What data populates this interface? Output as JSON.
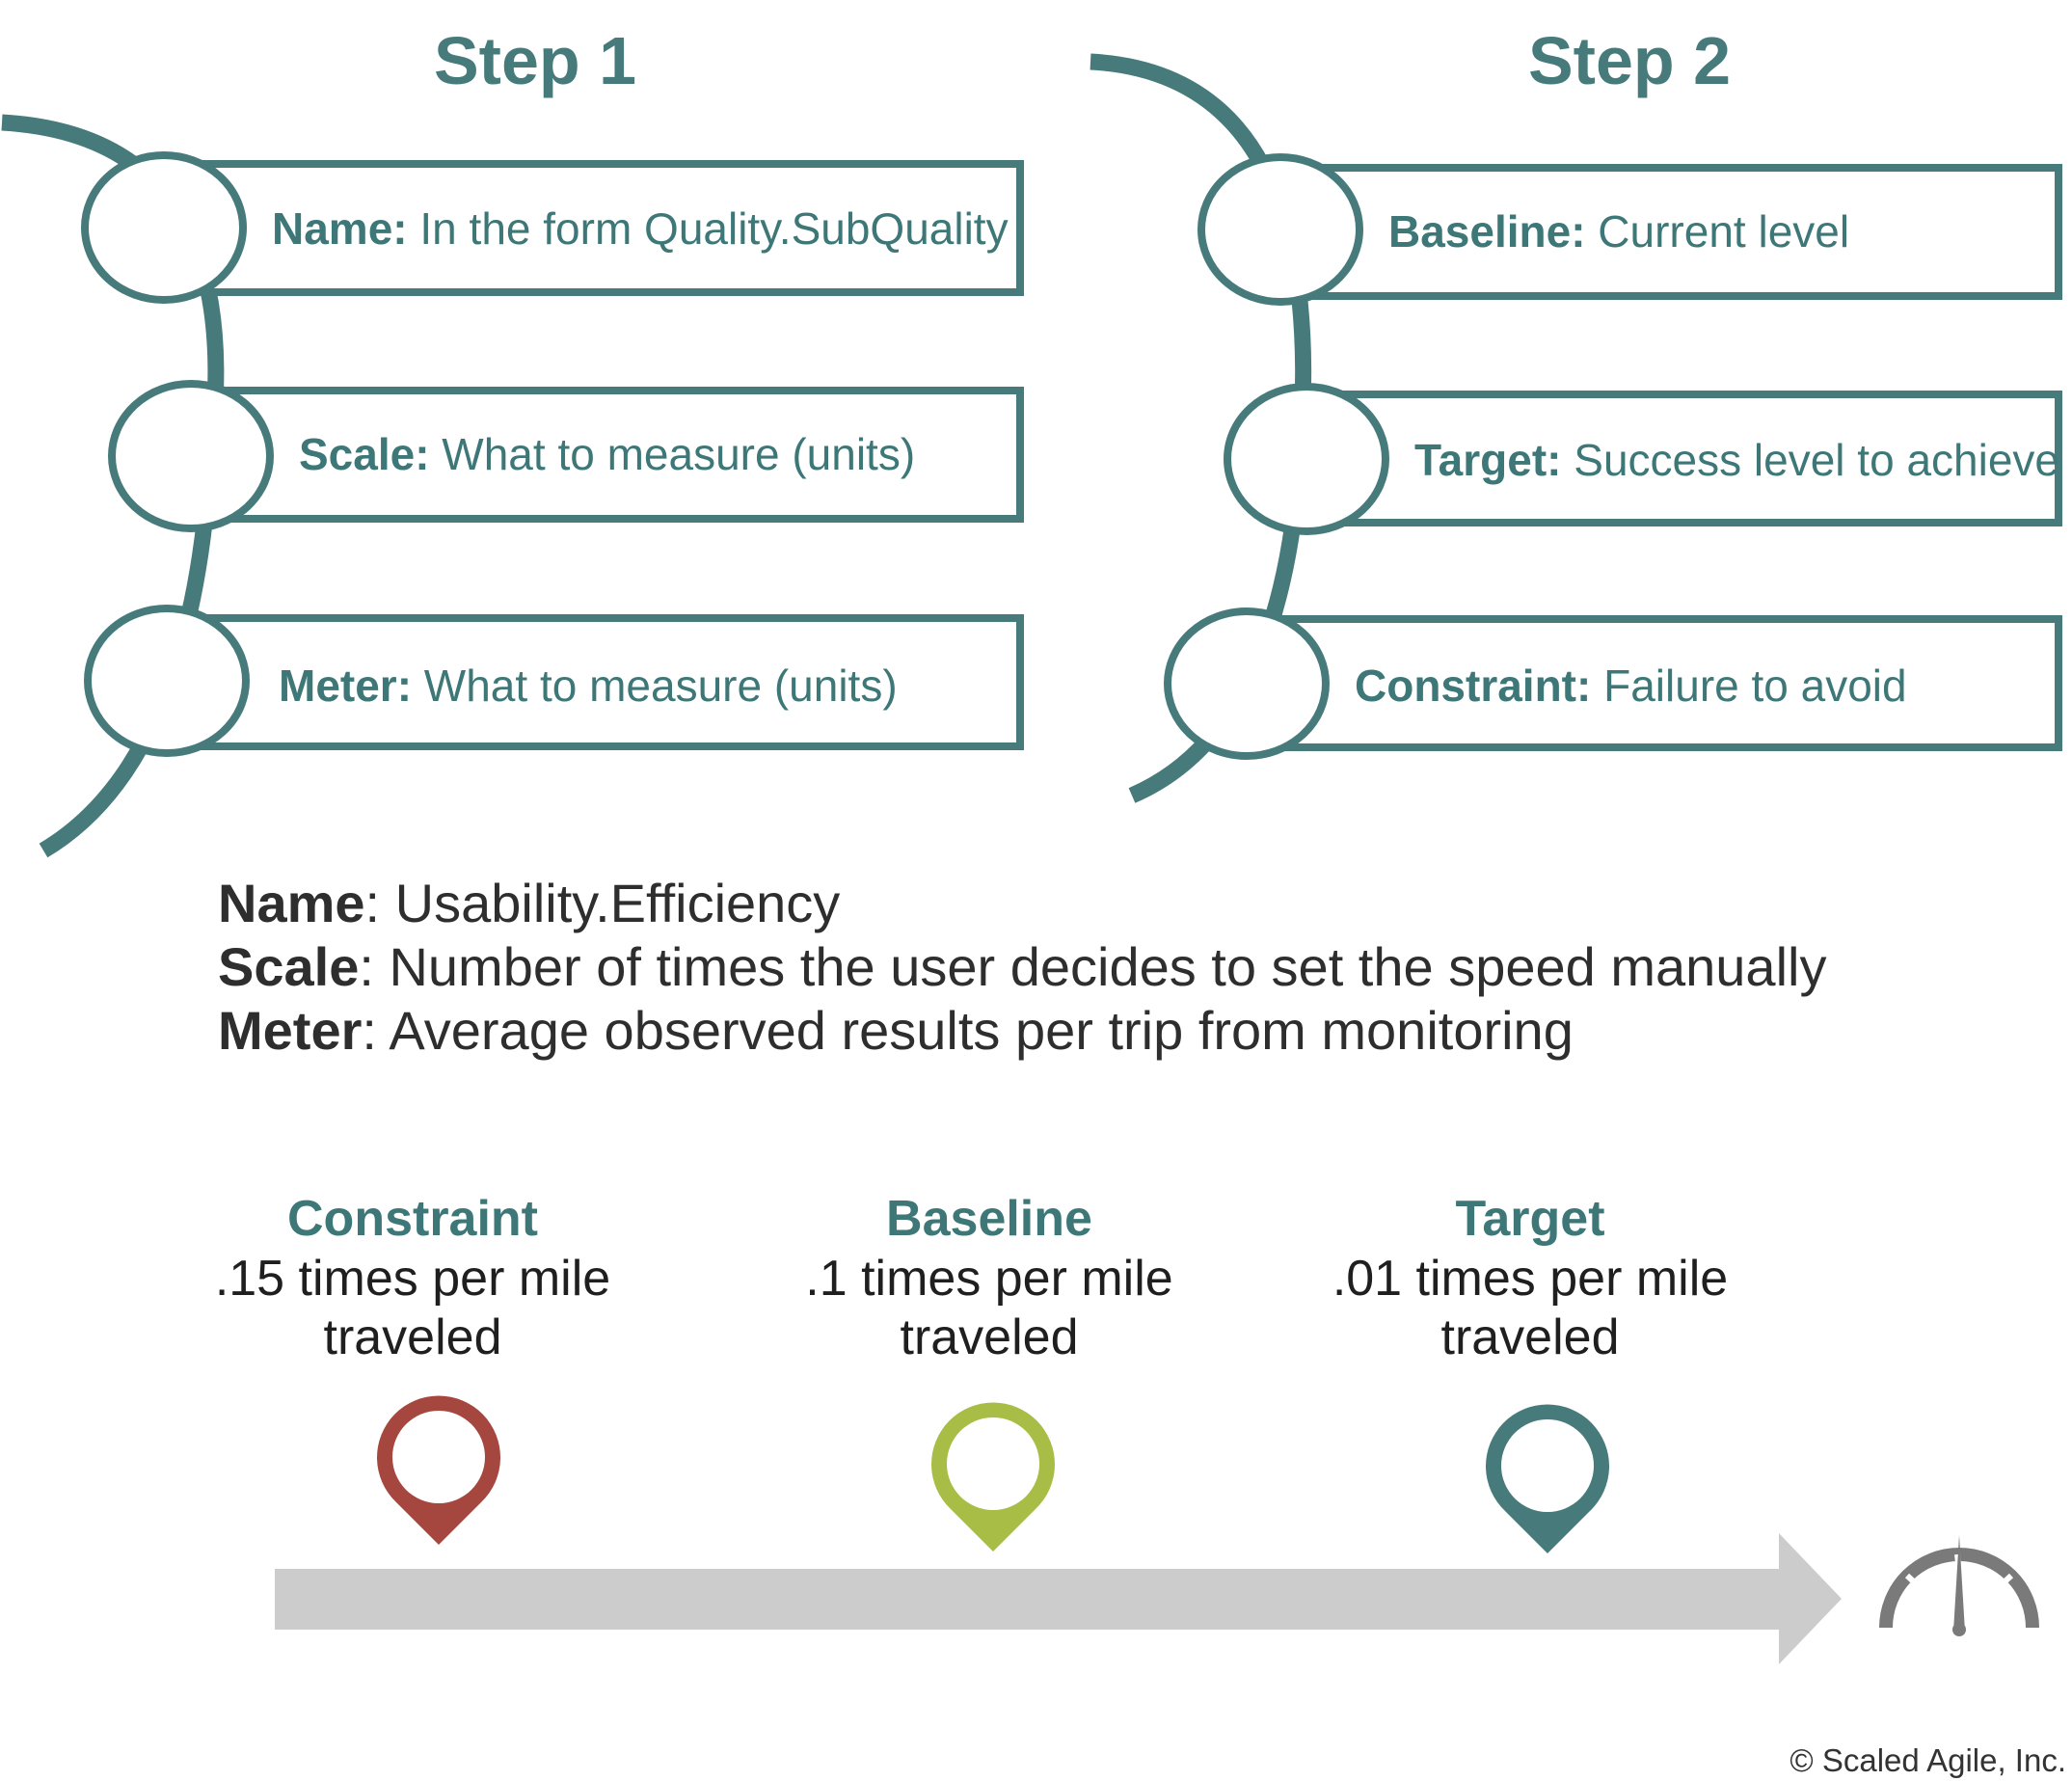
{
  "accent_color": "#477b7b",
  "steps": [
    {
      "title": "Step 1",
      "items": [
        {
          "key": "Name:",
          "value": " In the form Quality.SubQuality"
        },
        {
          "key": "Scale:",
          "value": " What to measure (units)"
        },
        {
          "key": "Meter:",
          "value": " What to measure (units)"
        }
      ]
    },
    {
      "title": "Step 2",
      "items": [
        {
          "key": "Baseline:",
          "value": " Current level"
        },
        {
          "key": "Target:",
          "value": " Success level to achieve"
        },
        {
          "key": "Constraint:",
          "value": " Failure to avoid"
        }
      ]
    }
  ],
  "example": [
    {
      "key": "Name",
      "value": ": Usability.Efficiency"
    },
    {
      "key": "Scale",
      "value": ": Number of times the user decides to set the speed manually"
    },
    {
      "key": "Meter",
      "value": ": Average observed results per trip from monitoring"
    }
  ],
  "markers": [
    {
      "title": "Constraint",
      "line1": ".15 times per mile",
      "line2": "traveled",
      "color": "#a5473f",
      "icon": "location-pin-icon"
    },
    {
      "title": "Baseline",
      "line1": ".1 times per mile",
      "line2": "traveled",
      "color": "#a8bd45",
      "icon": "location-pin-icon"
    },
    {
      "title": "Target",
      "line1": ".01 times per mile",
      "line2": "traveled",
      "color": "#477b7b",
      "icon": "location-pin-icon"
    }
  ],
  "scale_arrow_color": "#cccccc",
  "gauge_icon": "speedometer-icon",
  "gauge_color": "#7a7a7a",
  "copyright": "© Scaled Agile, Inc."
}
